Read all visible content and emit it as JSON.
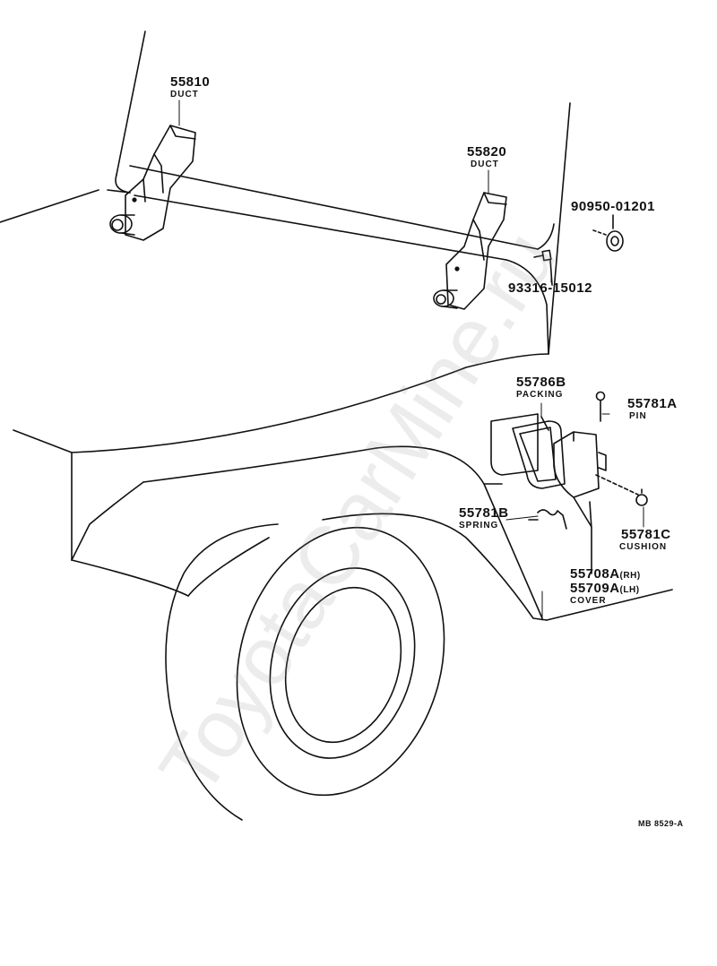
{
  "parts": {
    "duct_rh": {
      "number": "55810",
      "name": "DUCT"
    },
    "duct_lh": {
      "number": "55820",
      "name": "DUCT"
    },
    "nut": {
      "number": "90950-01201"
    },
    "screw": {
      "number": "93316-15012"
    },
    "packing": {
      "number": "55786B",
      "name": "PACKING"
    },
    "pin": {
      "number": "55781A",
      "name": "PIN"
    },
    "spring": {
      "number": "55781B",
      "name": "SPRING"
    },
    "cushion": {
      "number": "55781C",
      "name": "CUSHION"
    },
    "cover_rh": {
      "number": "55708A",
      "suffix": "(RH)"
    },
    "cover_lh": {
      "number": "55709A",
      "suffix": "(LH)",
      "name": "COVER"
    }
  },
  "diagram_code": "MB  8529-A",
  "watermark": "ToyotaCarMine.ru"
}
